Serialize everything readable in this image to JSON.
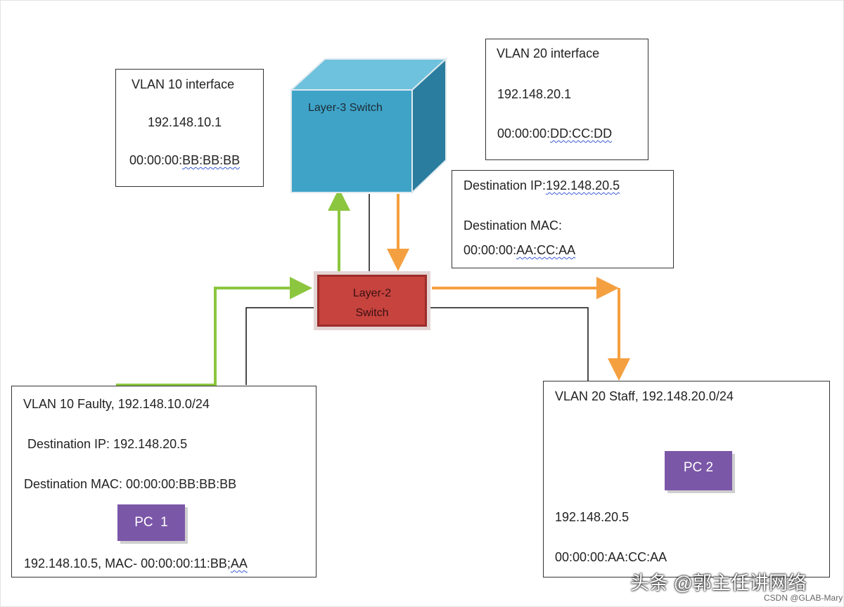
{
  "vlan10_interface": {
    "title": "VLAN 10 interface",
    "ip": "192.148.10.1",
    "mac_prefix": "00:00:00:",
    "mac_suffix": "BB:BB:BB"
  },
  "vlan20_interface": {
    "title": "VLAN 20 interface",
    "ip": "192.148.20.1",
    "mac_prefix": "00:00:00:",
    "mac_suffix": "DD:CC:DD"
  },
  "layer3_switch": {
    "label": "Layer-3 Switch"
  },
  "layer2_switch": {
    "line1": "Layer-2",
    "line2": "Switch"
  },
  "destination_info": {
    "ip_label": "Destination IP:",
    "ip_value": "192.148.20.5",
    "mac_label": "Destination MAC:",
    "mac_prefix": "00:00:00:",
    "mac_suffix": "AA:CC:AA"
  },
  "vlan10_faulty": {
    "title": "VLAN 10 Faulty, 192.148.10.0/24",
    "dest_ip": "Destination IP: 192.148.20.5",
    "dest_mac": "Destination MAC: 00:00:00:BB:BB:BB",
    "pc_label": "PC  1",
    "host_prefix": "192.148.10.5, MAC- 00:00:00:11:BB;",
    "host_suffix": "AA"
  },
  "vlan20_staff": {
    "title": "VLAN 20 Staff, 192.148.20.0/24",
    "pc_label": "PC 2",
    "ip": "192.148.20.5",
    "mac": "00:00:00:AA:CC:AA"
  },
  "watermark": {
    "main": "头条 @郭主任讲网络",
    "small": "CSDN @GLAB-Mary"
  },
  "colors": {
    "green_arrow": "#8cc63f",
    "orange_arrow": "#f5a040",
    "layer3_front": "#3fa3c8",
    "layer3_top": "#6fc2dd",
    "layer3_side": "#2a7d9e",
    "layer2_fill": "#c6433e",
    "pc_fill": "#7b57a8"
  }
}
